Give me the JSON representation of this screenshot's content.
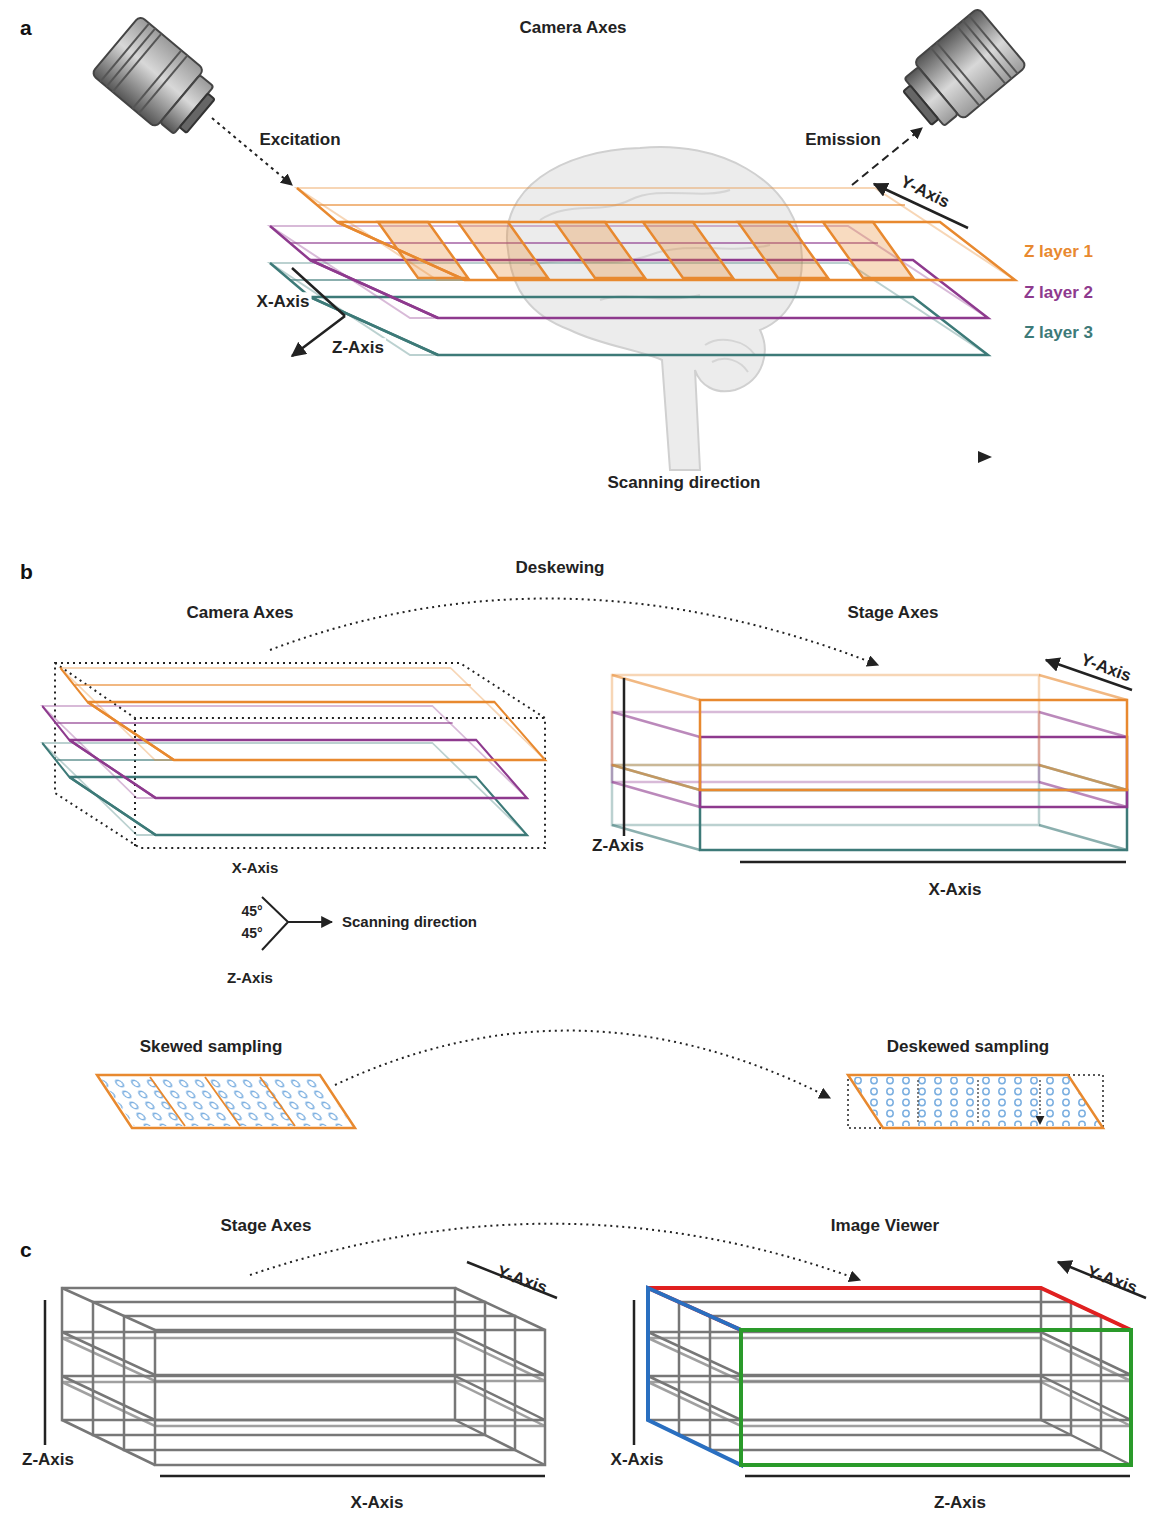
{
  "diagram": {
    "labels": [
      "a",
      "Camera Axes",
      "Excitation",
      "Emission",
      "Y-Axis",
      "Z layer 1",
      "Z layer 2",
      "Z layer 3",
      "X-Axis",
      "Z-Axis",
      "Scanning direction",
      "b",
      "Deskewing",
      "Camera Axes",
      "Stage Axes",
      "Y-Axis",
      "Z-Axis",
      "X-Axis",
      "X-Axis",
      "45°",
      "45°",
      "Scanning direction",
      "Z-Axis",
      "Skewed sampling",
      "Deskewed sampling",
      "c",
      "Stage Axes",
      "Image Viewer",
      "Y-Axis",
      "Z-Axis",
      "X-Axis",
      "Y-Axis",
      "X-Axis",
      "Z-Axis"
    ]
  }
}
